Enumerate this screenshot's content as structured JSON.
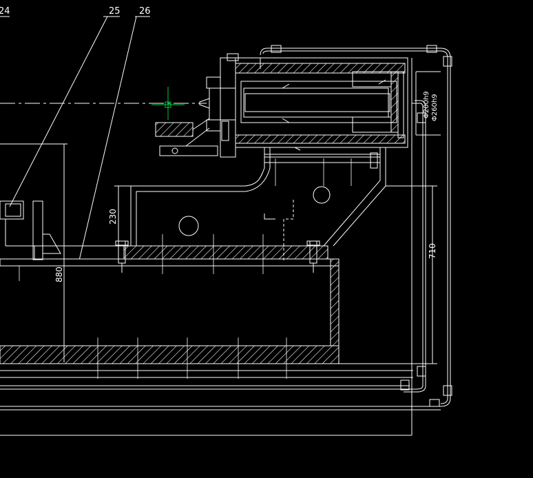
{
  "drawing": {
    "background_color": "#000000",
    "line_color": "#ffffff",
    "marker_color": "#00cc44",
    "leader_labels": {
      "label_24": "24",
      "label_25": "25",
      "label_26": "26"
    },
    "dimensions": {
      "dim_230": "230",
      "dim_880": "880",
      "dim_710": "710"
    },
    "diameter_labels": {
      "dia_1": "Φ260h9",
      "dia_2": "Φ200h9"
    }
  }
}
